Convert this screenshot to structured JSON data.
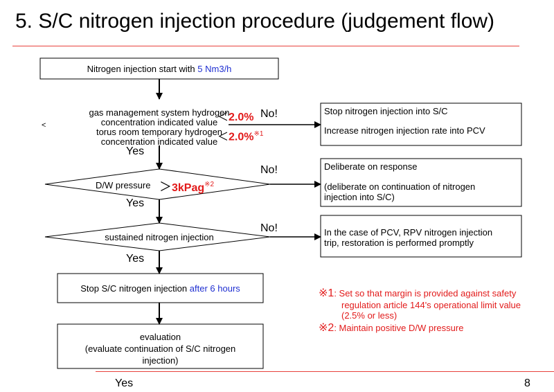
{
  "title": "5. S/C nitrogen injection procedure (judgement flow)",
  "page_number": "8",
  "left_marker": "<",
  "start_box": {
    "text": "Nitrogen injection start with",
    "rate": "5 Nm3/h"
  },
  "decision1": {
    "lines": [
      "gas management system hydrogen",
      "concentration indicated value",
      "torus room temporary hydrogen",
      "concentration indicated value"
    ],
    "cond1": {
      "op": "＜",
      "value": "2.0%"
    },
    "cond2": {
      "op": "＜",
      "value": "2.0%",
      "note": "※1"
    },
    "yes": "Yes",
    "no": "No!"
  },
  "decision2": {
    "label": "D/W pressure",
    "op": "＞",
    "value": "3kPag",
    "note": "※2",
    "yes": "Yes",
    "no": "No!"
  },
  "decision3": {
    "label": "sustained nitrogen injection",
    "yes": "Yes",
    "no": "No!"
  },
  "stop_box": {
    "text": "Stop S/C nitrogen injection",
    "time": "after 6 hours"
  },
  "eval_box": {
    "line1": "evaluation",
    "line2": "(evaluate continuation of S/C nitrogen",
    "line3": "injection)"
  },
  "side_box1": {
    "line1": "Stop nitrogen injection into S/C",
    "line2": "Increase nitrogen injection rate into PCV"
  },
  "side_box2": {
    "line1": "Deliberate on response",
    "line2": "(deliberate on continuation of nitrogen",
    "line3": "injection into S/C)"
  },
  "side_box3": {
    "line1": "In the case of PCV, RPV nitrogen injection",
    "line2": "trip, restoration is performed promptly"
  },
  "notes": {
    "n1_mark": "※1",
    "n1_line1": ": Set so that margin is provided against safety",
    "n1_line2": "regulation article 144's operational limit value",
    "n1_line3": "(2.5% or less)",
    "n2_mark": "※2",
    "n2_line1": ": Maintain positive D/W pressure"
  },
  "footer_yes": "Yes",
  "colors": {
    "accent_line": "#e8413c",
    "note_red": "#e21a1a",
    "value_blue": "#1f2fd1"
  }
}
